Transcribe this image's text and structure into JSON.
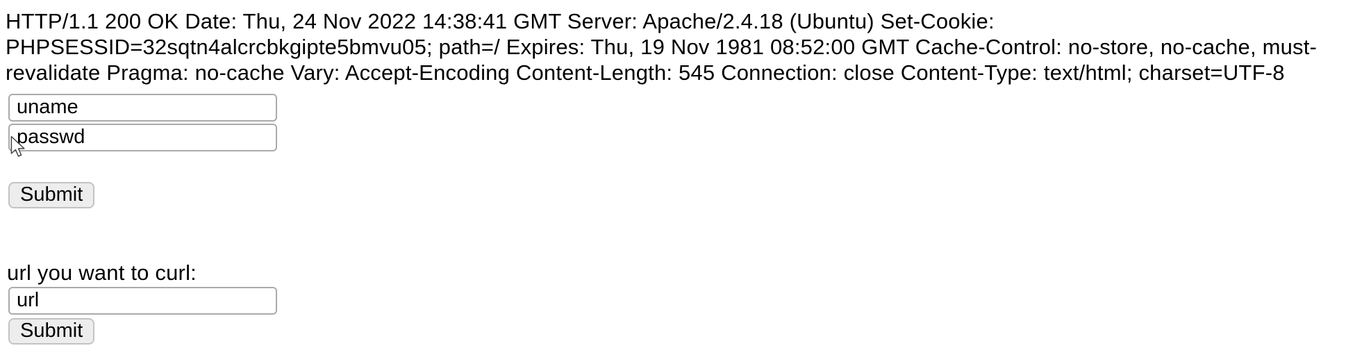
{
  "http_response": {
    "lines": [
      "HTTP/1.1 200 OK Date: Thu, 24 Nov 2022 14:38:41 GMT Server: Apache/2.4.18 (Ubuntu) Set-Cookie:",
      "PHPSESSID=32sqtn4alcrcbkgipte5bmvu05; path=/ Expires: Thu, 19 Nov 1981 08:52:00 GMT Cache-Control: no-store, no-cache, must-",
      "revalidate Pragma: no-cache Vary: Accept-Encoding Content-Length: 545 Connection: close Content-Type: text/html; charset=UTF-8"
    ],
    "full_text": "HTTP/1.1 200 OK Date: Thu, 24 Nov 2022 14:38:41 GMT Server: Apache/2.4.18 (Ubuntu) Set-Cookie: PHPSESSID=32sqtn4alcrcbkgipte5bmvu05; path=/ Expires: Thu, 19 Nov 1981 08:52:00 GMT Cache-Control: no-store, no-cache, must-revalidate Pragma: no-cache Vary: Accept-Encoding Content-Length: 545 Connection: close Content-Type: text/html; charset=UTF-8"
  },
  "login_form": {
    "username_value": "uname",
    "password_value": "passwd",
    "submit_label": "Submit"
  },
  "curl_form": {
    "label": "url you want to curl:",
    "url_value": "url",
    "submit_label": "Submit"
  },
  "colors": {
    "background": "#ffffff",
    "text": "#000000",
    "input_border": "#aaaaaa",
    "button_background": "#ededed",
    "button_border": "#c3c3c3"
  }
}
